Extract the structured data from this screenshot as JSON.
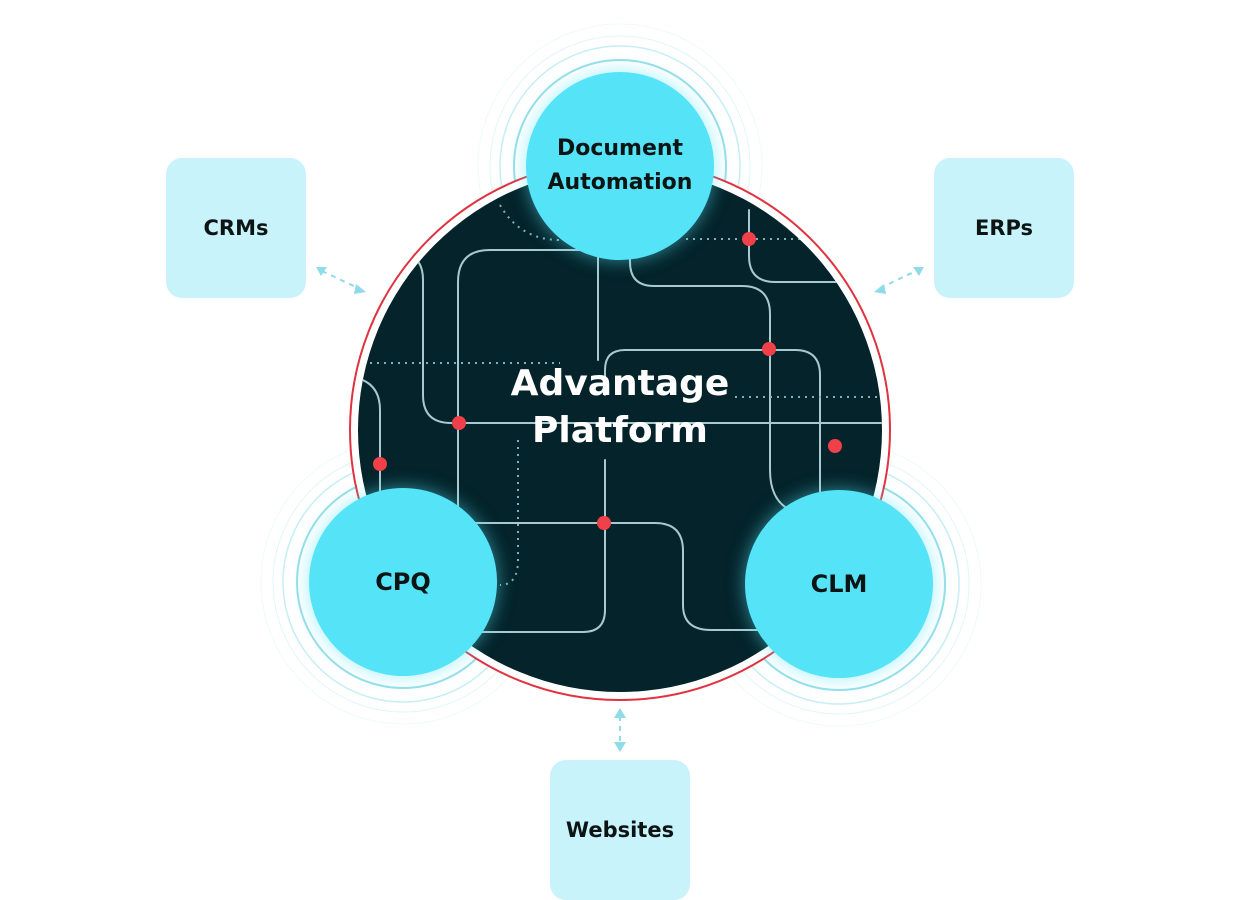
{
  "center": {
    "line1": "Advantage",
    "line2": "Platform"
  },
  "nodes": {
    "doc_line1": "Document",
    "doc_line2": "Automation",
    "cpq": "CPQ",
    "clm": "CLM"
  },
  "integrations": {
    "crms": "CRMs",
    "erps": "ERPs",
    "websites": "Websites"
  },
  "colors": {
    "platform_bg": "#04232a",
    "ring": "#e0333f",
    "node": "#55e3f7",
    "integration_box": "#c8f3fb",
    "junction": "#f0414a",
    "circuit_line": "#a9c9cf",
    "connector": "#8fdbe8"
  }
}
